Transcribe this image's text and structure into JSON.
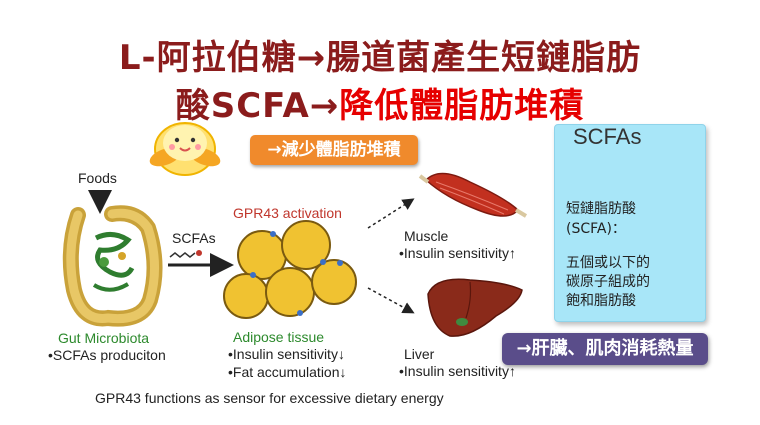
{
  "title": {
    "line1": "L-阿拉伯糖→腸道菌產生短鏈脂肪",
    "line2_dark": "酸SCFA→",
    "line2_red": "降低體脂肪堆積"
  },
  "tag_reduce_fat": "→減少體脂肪堆積",
  "tag_liver_muscle": "→肝臟、肌肉消耗熱量",
  "info_box": {
    "heading": "SCFAs",
    "line1": "短鏈脂肪酸",
    "line2": "(SCFA)：",
    "line3": "五個或以下的",
    "line4": "碳原子組成的",
    "line5": "飽和脂肪酸"
  },
  "diagram": {
    "foods": "Foods",
    "scfas": "SCFAs",
    "gpr43": "GPR43 activation",
    "gut_title": "Gut Microbiota",
    "gut_line": "•SCFAs produciton",
    "adipose_title": "Adipose tissue",
    "adipose_line1": "•Insulin sensitivity↓",
    "adipose_line2": "•Fat accumulation↓",
    "muscle_title": "Muscle",
    "muscle_line": "•Insulin sensitivity↑",
    "liver_title": "Liver",
    "liver_line": "•Insulin sensitivity↑",
    "caption": "GPR43 functions as sensor for excessive dietary energy"
  },
  "colors": {
    "title_dark": "#8b1c1c",
    "title_red": "#e60000",
    "orange_tag": "#f08a2c",
    "purple_tag": "#5a4d8a",
    "info_box": "#a8e6f8",
    "gut_green": "#2d8a2d",
    "adipose_red": "#c0362c"
  }
}
